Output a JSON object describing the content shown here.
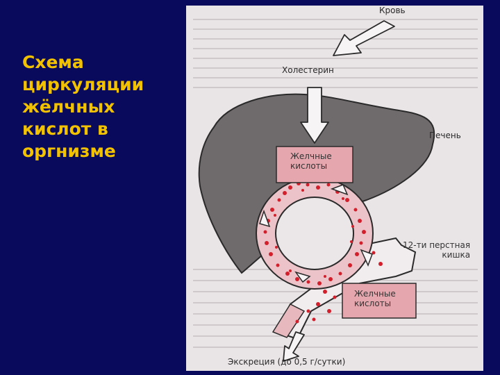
{
  "slide": {
    "title": "Схема\nциркуляции\nжёлчных\nкислот в\nоргнизме",
    "title_color": "#f2c200",
    "background_color": "#0a0a5c"
  },
  "diagram": {
    "labels": {
      "blood": "Кровь",
      "cholesterol": "Холестерин",
      "liver": "Печень",
      "bile_acids_top": "Желчные\nкислоты",
      "duodenum": "12-ти перстная\nкишка",
      "bile_acids_bottom": "Желчные\nкислоты",
      "excretion": "Экскреция (до 0,5 г/сутки)"
    },
    "colors": {
      "liver": "#6f6a6c",
      "box": "#e6a6ad",
      "dots": "#d21f2b",
      "paper": "#e9e4e6"
    }
  }
}
